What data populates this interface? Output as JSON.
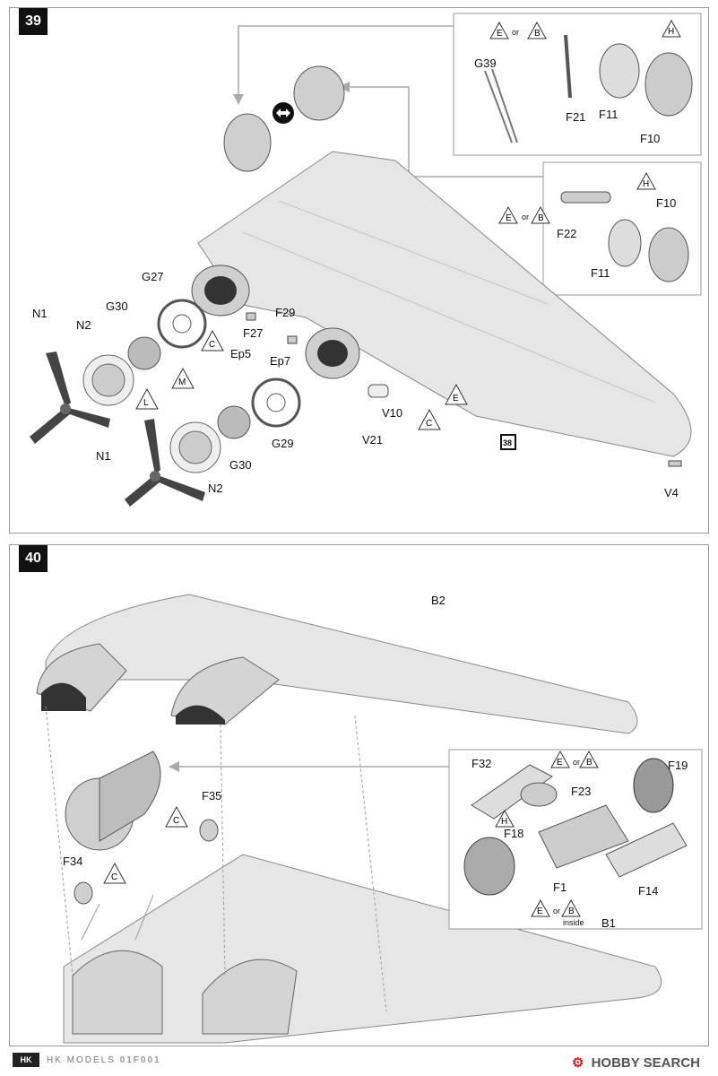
{
  "steps": [
    {
      "number": "39",
      "parts": {
        "G39": "G39",
        "F21": "F21",
        "F11": "F11",
        "F10": "F10",
        "F22": "F22",
        "N1": "N1",
        "N2": "N2",
        "G30": "G30",
        "G27": "G27",
        "F29": "F29",
        "F27": "F27",
        "Ep5": "Ep5",
        "Ep7": "Ep7",
        "G29": "G29",
        "V10": "V10",
        "V21": "V21",
        "V4": "V4"
      },
      "ref_box": "38"
    },
    {
      "number": "40",
      "parts": {
        "B2": "B2",
        "B1": "B1",
        "F32": "F32",
        "F19": "F19",
        "F23": "F23",
        "F35": "F35",
        "F34": "F34",
        "F18": "F18",
        "F1": "F1",
        "F14": "F14"
      },
      "inside_note": "inside"
    }
  ],
  "paint_codes": {
    "E": "E",
    "B": "B",
    "H": "H",
    "C": "C",
    "M": "M",
    "L": "L"
  },
  "or_word": "or",
  "footer": {
    "brand": "HK MODELS",
    "code": "01F001",
    "logo": "HK"
  },
  "watermark": {
    "text": "HOBBY SEARCH",
    "mark": "⚙"
  },
  "colors": {
    "line": "#8a8a8a",
    "fill": "#d9d9d9",
    "dark": "#222222",
    "panel_border": "#9a9a9a"
  }
}
